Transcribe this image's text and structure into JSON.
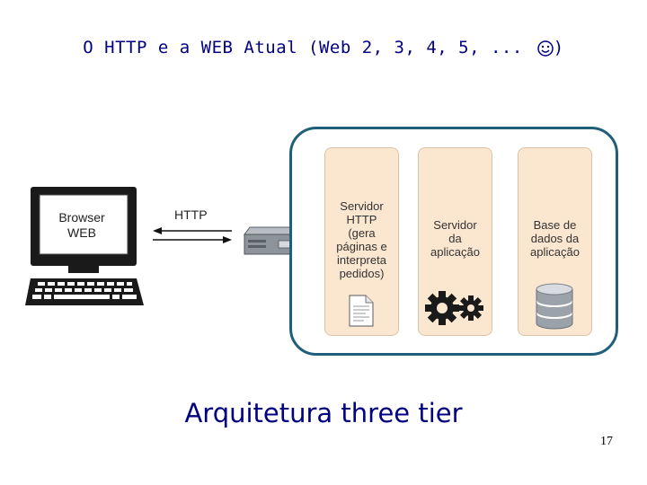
{
  "title": "O HTTP e a WEB Atual (Web 2, 3, 4, 5, ...",
  "title_close": ")",
  "client_label": "Browser\nWEB",
  "protocol_label": "HTTP",
  "tiers": [
    {
      "label": "Servidor\nHTTP\n(gera\npáginas e\ninterpreta\npedidos)",
      "icon": "document-icon"
    },
    {
      "label": "Servidor\nda\naplicação",
      "icon": "gears-icon"
    },
    {
      "label": "Base de\ndados da\naplicação",
      "icon": "database-icon"
    }
  ],
  "caption": "Arquitetura three tier",
  "page_number": "17",
  "colors": {
    "title": "#000080",
    "tier_fill": "#fbe6cf",
    "outer_border": "#1f5f7a"
  }
}
